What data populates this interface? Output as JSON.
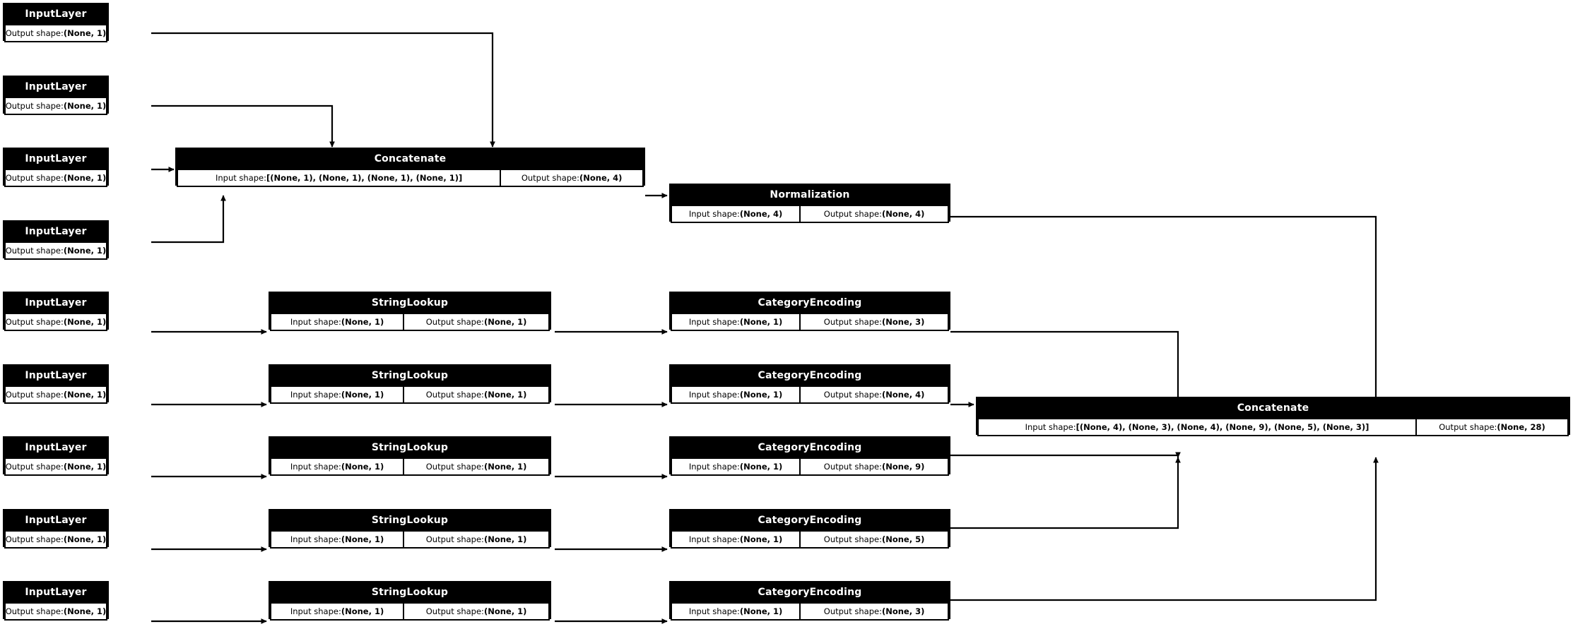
{
  "diagram": {
    "kind": "keras-model-plot",
    "background": "#ffffff",
    "node_fill": "#000000",
    "node_text": "#ffffff",
    "cell_fill": "#ffffff",
    "cell_text": "#000000",
    "edge_color": "#000000",
    "labels": {
      "input_shape": "Input shape:",
      "output_shape": "Output shape:"
    },
    "types": {
      "input_layer": "InputLayer",
      "concatenate": "Concatenate",
      "normalization": "Normalization",
      "string_lookup": "StringLookup",
      "category_encoding": "CategoryEncoding"
    },
    "nodes": [
      {
        "id": "in1",
        "type": "InputLayer",
        "output": "(None, 1)"
      },
      {
        "id": "in2",
        "type": "InputLayer",
        "output": "(None, 1)"
      },
      {
        "id": "in3",
        "type": "InputLayer",
        "output": "(None, 1)"
      },
      {
        "id": "in4",
        "type": "InputLayer",
        "output": "(None, 1)"
      },
      {
        "id": "concat_num",
        "type": "Concatenate",
        "input": "[(None, 1), (None, 1), (None, 1), (None, 1)]",
        "output": "(None, 4)"
      },
      {
        "id": "norm",
        "type": "Normalization",
        "input": "(None, 4)",
        "output": "(None, 4)"
      },
      {
        "id": "in5",
        "type": "InputLayer",
        "output": "(None, 1)"
      },
      {
        "id": "sl1",
        "type": "StringLookup",
        "input": "(None, 1)",
        "output": "(None, 1)"
      },
      {
        "id": "ce1",
        "type": "CategoryEncoding",
        "input": "(None, 1)",
        "output": "(None, 3)"
      },
      {
        "id": "in6",
        "type": "InputLayer",
        "output": "(None, 1)"
      },
      {
        "id": "sl2",
        "type": "StringLookup",
        "input": "(None, 1)",
        "output": "(None, 1)"
      },
      {
        "id": "ce2",
        "type": "CategoryEncoding",
        "input": "(None, 1)",
        "output": "(None, 4)"
      },
      {
        "id": "in7",
        "type": "InputLayer",
        "output": "(None, 1)"
      },
      {
        "id": "sl3",
        "type": "StringLookup",
        "input": "(None, 1)",
        "output": "(None, 1)"
      },
      {
        "id": "ce3",
        "type": "CategoryEncoding",
        "input": "(None, 1)",
        "output": "(None, 9)"
      },
      {
        "id": "in8",
        "type": "InputLayer",
        "output": "(None, 1)"
      },
      {
        "id": "sl4",
        "type": "StringLookup",
        "input": "(None, 1)",
        "output": "(None, 1)"
      },
      {
        "id": "ce4",
        "type": "CategoryEncoding",
        "input": "(None, 1)",
        "output": "(None, 5)"
      },
      {
        "id": "in9",
        "type": "InputLayer",
        "output": "(None, 1)"
      },
      {
        "id": "sl5",
        "type": "StringLookup",
        "input": "(None, 1)",
        "output": "(None, 1)"
      },
      {
        "id": "ce5",
        "type": "CategoryEncoding",
        "input": "(None, 1)",
        "output": "(None, 3)"
      },
      {
        "id": "concat_all",
        "type": "Concatenate",
        "input": "[(None, 4), (None, 3), (None, 4), (None, 9), (None, 5), (None, 3)]",
        "output": "(None, 28)"
      }
    ]
  }
}
